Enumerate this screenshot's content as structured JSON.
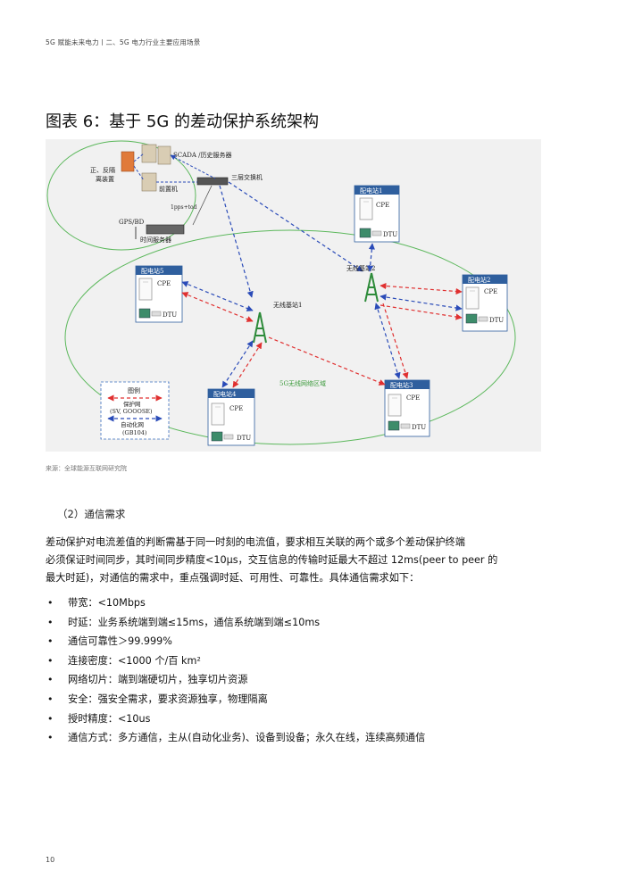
{
  "header": "5G 赋能未来电力丨二、5G 电力行业主要应用场景",
  "figure_title": "图表 6：基于 5G 的差动保护系统架构",
  "diagram": {
    "scada_label": "SCADA /历史服务器",
    "isolator_label_1": "正、反隔",
    "isolator_label_2": "离装置",
    "frontend_label": "前置机",
    "switch_label": "三层交换机",
    "pps_label": "1pps+tod",
    "gps_label": "GPS/BD",
    "time_server_label": "时间服务器",
    "bs1_label": "无线基站1",
    "bs2_label": "无线基站2",
    "network_area_label": "5G无线网络区域",
    "cpe_label": "CPE",
    "dtu_label": "DTU",
    "stations": [
      "配电站1",
      "配电站2",
      "配电站3",
      "配电站4",
      "配电站5"
    ],
    "legend": {
      "title": "图例",
      "protection_1": "保护网",
      "protection_2": "(SV, GOOOSE)",
      "automation_1": "自动化网",
      "automation_2": "(GB104)"
    },
    "colors": {
      "protection": "#e03030",
      "automation": "#2a4bb8",
      "ellipse": "#5cb85c",
      "station_header": "#2f5f9e"
    }
  },
  "source": "来源：全球能源互联网研究院",
  "section_heading": "（2）通信需求",
  "paragraph_lines": [
    "差动保护对电流差值的判断需基于同一时刻的电流值，要求相互关联的两个或多个差动保护终端",
    "必须保证时间同步，其时间同步精度<10μs，交互信息的传输时延最大不超过 12ms(peer to peer 的",
    "最大时延)，对通信的需求中，重点强调时延、可用性、可靠性。具体通信需求如下："
  ],
  "requirements": [
    "带宽：<10Mbps",
    "时延：业务系统端到端≤15ms，通信系统端到端≤10ms",
    "通信可靠性＞99.999%",
    "连接密度：<1000 个/百 km²",
    "网络切片：端到端硬切片，独享切片资源",
    "安全：强安全需求，要求资源独享，物理隔离",
    "授时精度：<10us",
    "通信方式：多方通信，主从(自动化业务)、设备到设备；永久在线，连续高频通信"
  ],
  "page_number": "10"
}
